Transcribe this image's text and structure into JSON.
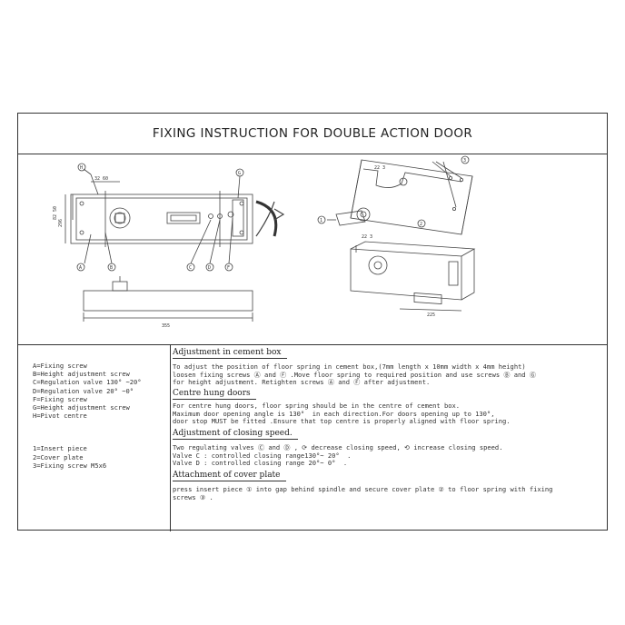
{
  "title": "FIXING INSTRUCTION FOR DOUBLE ACTION DOOR",
  "legend_letters": [
    "A=Fixing screw",
    "B=Height adjustment screw",
    "C=Regulation valve 130° ~20°",
    "D=Regulation valve 20° ~0°",
    "F=Fixing screw",
    "G=Height adjustment screw",
    "H=Pivot centre"
  ],
  "legend_numbers": [
    "1=Insert piece",
    "2=Cover plate",
    "3=Fixing screw M5x6"
  ],
  "sections": [
    {
      "heading": "Adjustment in cement box",
      "lines": [
        "To adjust the position of floor spring in cement box,(7mm length x 10mm width x 4mm height)",
        "loosen fixing screws Ⓐ and Ⓕ .Move floor spring to required position and use screws Ⓑ and Ⓖ",
        "for height adjustment. Retighten screws Ⓐ and Ⓕ after adjustment."
      ]
    },
    {
      "heading": "Centre hung doors",
      "lines": [
        "For centre hung doors, floor spring should be in the centre of cement box.",
        "Maximum door opening angle is 130°  in each direction.For doors opening up to 130°,",
        "door stop MUST be fitted .Ensure that top centre is properly aligned with floor spring."
      ]
    },
    {
      "heading": "Adjustment of closing speed.",
      "lines": [
        "Two regulating valves Ⓒ and Ⓓ , ⟳ decrease closing speed, ⟲ increase closing speed.",
        "Valve C : controlled closing range130°~ 20°  .",
        "Valve D : controlled closing range 20°~ 0°  ."
      ]
    },
    {
      "heading": "Attachment of cover plate",
      "lines": [
        "press insert piece ① into gap behind spindle and secure cover plate ② to floor spring with fixing",
        "screws ③ ."
      ]
    }
  ],
  "drawing": {
    "callouts_plan": [
      "H",
      "C",
      "D",
      "F",
      "G",
      "A",
      "B"
    ],
    "callouts_exploded": [
      "1",
      "2",
      "3"
    ],
    "dims_plan": [
      "32 60",
      "82 50",
      "296"
    ],
    "dims_side": [
      "355"
    ],
    "dims_exploded": [
      "22 3",
      "22 3",
      "225"
    ]
  }
}
